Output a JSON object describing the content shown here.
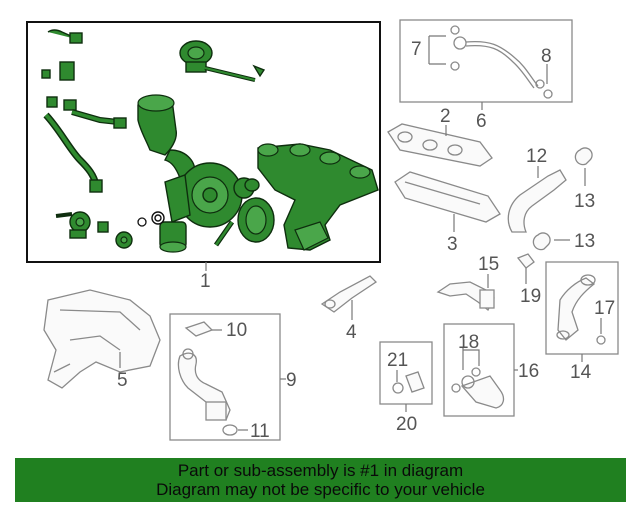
{
  "callouts": {
    "c1": "1",
    "c2": "2",
    "c3": "3",
    "c4": "4",
    "c5": "5",
    "c6": "6",
    "c7": "7",
    "c8": "8",
    "c9": "9",
    "c10": "10",
    "c11": "11",
    "c12": "12",
    "c13a": "13",
    "c13b": "13",
    "c14": "14",
    "c15": "15",
    "c16": "16",
    "c17": "17",
    "c18": "18",
    "c19": "19",
    "c20": "20",
    "c21": "21"
  },
  "banner": {
    "line1": "Part or sub-assembly is #1 in diagram",
    "line2": "Diagram may not be specific to your vehicle"
  },
  "colors": {
    "highlight_green": "#2f8a2f",
    "banner_green": "#208020",
    "outline_gray": "#8a8a8a"
  }
}
